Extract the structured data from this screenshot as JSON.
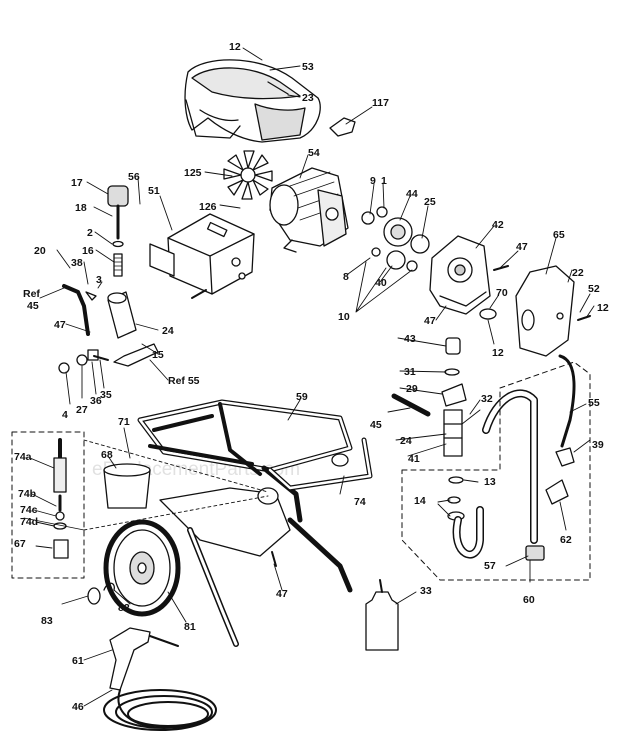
{
  "watermark": "eReplacementParts.com",
  "callouts": [
    "12",
    "53",
    "23",
    "117",
    "54",
    "125",
    "126",
    "51",
    "56",
    "17",
    "18",
    "2",
    "16",
    "3",
    "38",
    "20",
    "Ref",
    "45",
    "47",
    "15",
    "24",
    "Ref 55",
    "4",
    "27",
    "36",
    "35",
    "9",
    "1",
    "44",
    "25",
    "8",
    "40",
    "10",
    "42",
    "47",
    "65",
    "22",
    "52",
    "12",
    "70",
    "47",
    "12",
    "43",
    "31",
    "29",
    "32",
    "45",
    "24",
    "41",
    "13",
    "14",
    "55",
    "39",
    "62",
    "57",
    "60",
    "59",
    "71",
    "68",
    "74",
    "74a",
    "74b",
    "74c",
    "74d",
    "67",
    "47",
    "33",
    "83",
    "82",
    "81",
    "61",
    "46"
  ]
}
